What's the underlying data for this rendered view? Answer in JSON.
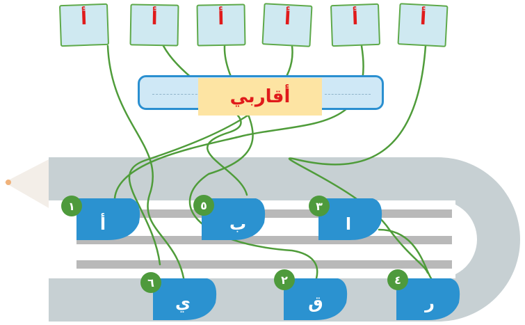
{
  "cards": [
    "أ",
    "أ",
    "أ",
    "أ",
    "أ",
    "أ"
  ],
  "title": "أقاربي",
  "tiles": [
    {
      "number": "١",
      "letter": "أ"
    },
    {
      "number": "٥",
      "letter": "ب"
    },
    {
      "number": "٣",
      "letter": "ا"
    },
    {
      "number": "٦",
      "letter": "ي"
    },
    {
      "number": "٢",
      "letter": "ق"
    },
    {
      "number": "٤",
      "letter": "ر"
    }
  ],
  "colors": {
    "card_fill": "#cfe9f1",
    "card_border": "#5ea94a",
    "letter_red": "#e01b1b",
    "tile_blue": "#2b92d0",
    "badge_green": "#4e9a3c",
    "pencil_gray": "#c7d0d3",
    "line_gray": "#b9b9b9",
    "rope_green": "#4f9c3a",
    "title_bg": "#fde4a3"
  }
}
